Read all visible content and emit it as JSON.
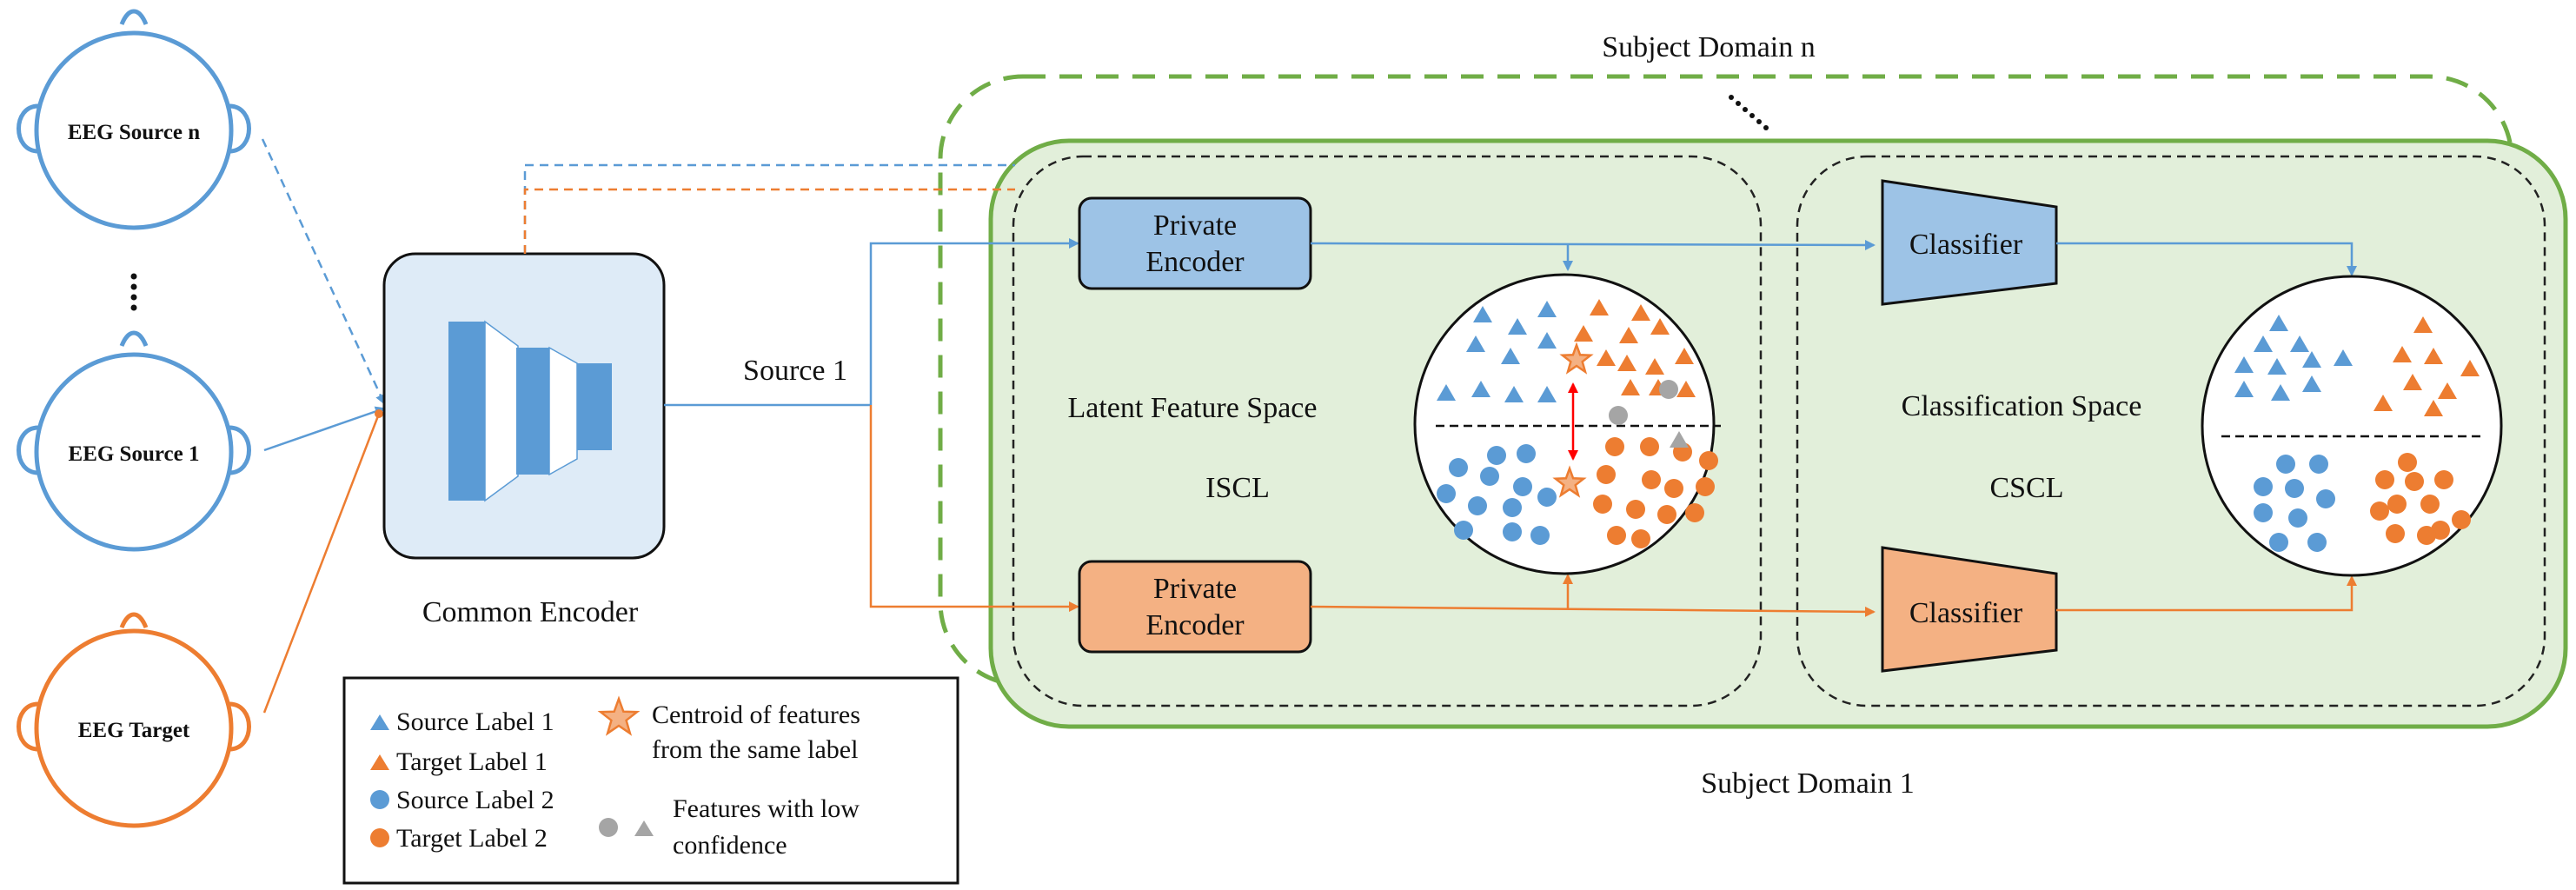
{
  "eeg_sources": {
    "source_n": "EEG Source n",
    "source_1": "EEG Source 1",
    "target": "EEG Target"
  },
  "common_encoder": {
    "label": "Common Encoder"
  },
  "source_1_label": "Source 1",
  "domains": {
    "subject_domain_n": "Subject Domain n",
    "subject_domain_1": "Subject Domain 1"
  },
  "private_encoder_top": {
    "line1": "Private",
    "line2": "Encoder"
  },
  "private_encoder_bottom": {
    "line1": "Private",
    "line2": "Encoder"
  },
  "classifier_top": "Classifier",
  "classifier_bottom": "Classifier",
  "iscl": {
    "space_label": "Latent Feature Space",
    "method_label": "ISCL"
  },
  "cscl": {
    "space_label": "Classification Space",
    "method_label": "CSCL"
  },
  "legend": {
    "source_label_1": "Source Label 1",
    "target_label_1": "Target Label 1",
    "source_label_2": "Source Label 2",
    "target_label_2": "Target Label 2",
    "centroid_line1": "Centroid of features",
    "centroid_line2": "from the same label",
    "low_conf_line1": "Features with low",
    "low_conf_line2": "confidence"
  },
  "colors": {
    "blue": "#5b9bd5",
    "orange": "#ed7d31",
    "green": "#70ad47",
    "gray": "#a5a5a5",
    "red": "#ff0000",
    "domain_fill": "#e2efda",
    "encoder_fill": "#deebf7",
    "blue_fill": "#9dc3e6",
    "orange_fill": "#f4b183"
  }
}
